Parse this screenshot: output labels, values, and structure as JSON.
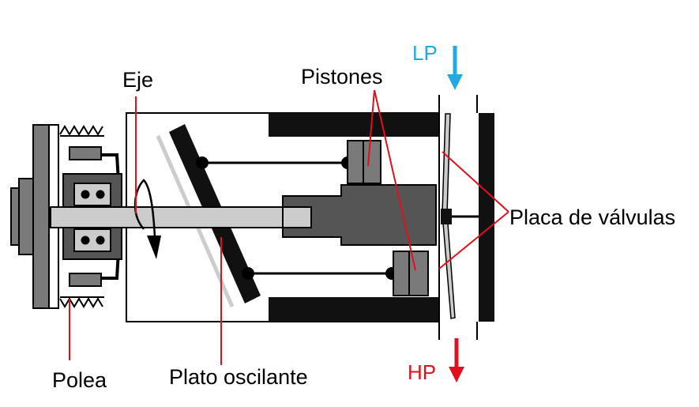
{
  "labels": {
    "eje": "Eje",
    "pistones": "Pistones",
    "placa_valvulas": "Placa de válvulas",
    "polea": "Polea",
    "plato_oscilante": "Plato oscilante",
    "lp": "LP",
    "hp": "HP"
  },
  "colors": {
    "leader": "#e0101e",
    "lp": "#21a9e1",
    "hp": "#e0101e",
    "outline": "#000000",
    "dark_gray": "#555555",
    "mid_gray": "#7a7a7a",
    "light_gray": "#cccccc",
    "solid": "#111111"
  },
  "icons": {
    "lp_arrow": "arrow-down-icon",
    "hp_arrow": "arrow-down-icon",
    "rotation_arrow": "rotation-arrow-icon"
  }
}
